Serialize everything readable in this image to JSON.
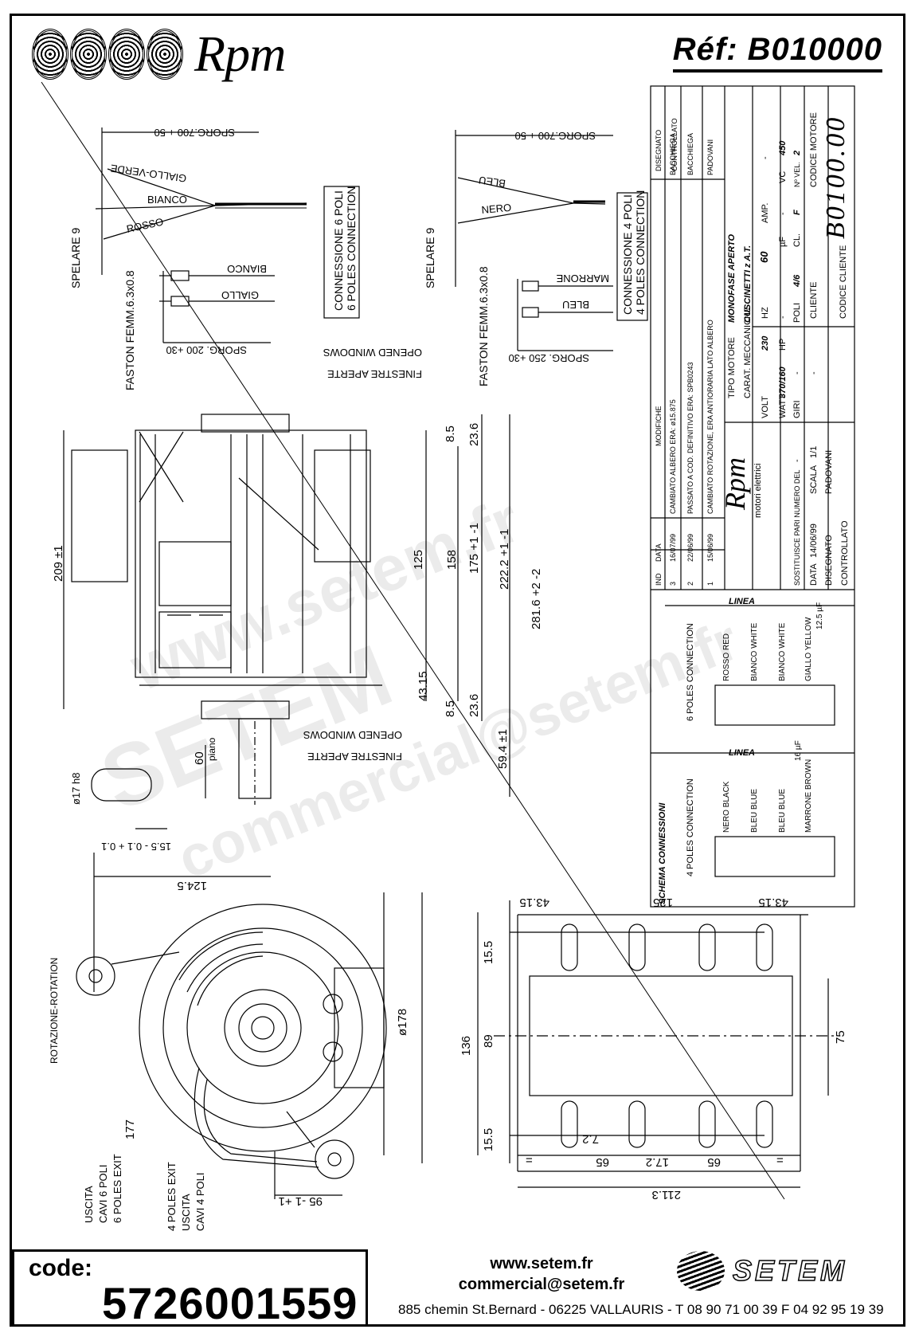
{
  "header": {
    "brand": "Rpm",
    "reference": "Réf:  B010000"
  },
  "labels": {
    "giallo_verde": "GIALLO-VERDE",
    "bianco_top": "BIANCO",
    "rosso": "ROSSO",
    "sporg_700_left": "SPORG.700 + 50",
    "sporg_700_right": "SPORG.700 + 50",
    "spelare_left": "SPELARE 9",
    "spelare_right": "SPELARE 9",
    "fastonleft": "FASTON FEMM.6.3x0.8",
    "faston_right": "FASTON FEMM.6.3x0.8",
    "bianco_faston": "BIANCO",
    "giallo_faston": "GIALLO",
    "sporg_200": "SPORG. 200 +30",
    "conn_6_poli": "CONNESSIONE 6 POLI",
    "conn_6_en": "6 POLES CONNECTION",
    "bleu_top": "BLEU",
    "nero_top": "NERO",
    "marrone_faston": "MARRONE",
    "bleu_faston": "BLEU",
    "sporg_250": "SPORG. 250 +30",
    "conn_4_poli": "CONNESSIONE 4 POLI",
    "conn_4_en": "4 POLES CONNECTION",
    "finestre_top": "FINESTRE APERTE",
    "opened_top": "OPENED WINDOWS",
    "finestre_bottom": "FINESTRE APERTE",
    "opened_bottom": "OPENED WINDOWS",
    "piano": "piano",
    "rotazione": "ROTAZIONE-ROTATION",
    "uscita_6": "USCITA",
    "cavi_6": "CAVI 6 POLI",
    "exit_6": "6 POLES EXIT",
    "exit_4": "4 POLES EXIT",
    "uscita_4": "USCITA",
    "cavi_4": "CAVI 4 POLI"
  },
  "dimensions": {
    "d209": "209 ±1",
    "d125": "125",
    "d158": "158",
    "d175": "175 +1 -1",
    "d222": "222.2 +1 -1",
    "d281": "281.6 +2 -2",
    "d8_5_top": "8.5",
    "d23_6_top": "23.6",
    "d43_15": "43.15",
    "d8_5_bot": "8.5",
    "d23_6_bot": "23.6",
    "d59": "59.4 ±1",
    "d60": "60",
    "d17h8": "ø17 h8",
    "d15_5_shaft": "15.5 - 0.1 + 0.1",
    "d124_5": "124.5",
    "d178": "ø178",
    "d177": "177",
    "d95": "95 -1 +1",
    "b43_15_l": "43.15",
    "b125": "125",
    "b43_15_r": "43.15",
    "b15_5_top": "15.5",
    "b136": "136",
    "b89": "89",
    "b15_5_bot": "15.5",
    "b75": "75",
    "b7_2": "7.2",
    "b65_l": "65",
    "b17_2": "17.2",
    "b65_r": "65",
    "b_eq_l": "=",
    "b_eq_r": "=",
    "b211_3": "211.3"
  },
  "title_block": {
    "revisions": [
      {
        "n": "3",
        "date": "16/07/99",
        "text": "CAMBIATO ALBERO ERA: ø15.875",
        "by": "BACCHIEGA"
      },
      {
        "n": "2",
        "date": "22/06/99",
        "text": "PASSATO A COD. DEFINITIVO ERA: SPB0243",
        "by": "BACCHIEGA"
      },
      {
        "n": "1",
        "date": "15/06/99",
        "text": "CAMBIATO ROTAZIONE, ERA ANTIORARIA LATO ALBERO",
        "by": "PADOVANI"
      }
    ],
    "rev_head_ind": "IND",
    "rev_head_data": "DATA",
    "rev_head_modifiche": "MODIFICHE",
    "rev_head_disegnato": "DISEGNATO",
    "rev_head_controllato": "CONTROLLATO",
    "company": "Rpm",
    "company_sub": "motori elettrici",
    "tipo_motore_lbl": "TIPO MOTORE",
    "tipo_motore": "MONOFASE APERTO",
    "carat_lbl": "CARAT. MECCANICHE",
    "carat": "CUSCINETTI z A.T.",
    "volt_lbl": "VOLT",
    "volt": "230",
    "hz_lbl": "HZ",
    "hz": "60",
    "amp_lbl": "AMP.",
    "amp": "-",
    "watt_lbl": "WATT",
    "watt": "370/160",
    "hp_lbl": "HP",
    "hp": "-",
    "uf_lbl": "µF",
    "uf": "-",
    "vc_lbl": "VC",
    "vc": "450",
    "giri_lbl": "GIRI",
    "giri": "-",
    "poli_lbl": "POLI",
    "poli": "4/6",
    "cl_lbl": "CL.",
    "cl": "F",
    "nvel_lbl": "Nº VEL.",
    "nvel": "2",
    "codice_motore_lbl": "CODICE MOTORE",
    "codice_motore": "B0100.00",
    "sostituisce_lbl": "SOSTITUISCE PARI NUMERO DEL",
    "sostituisce": "-",
    "cliente_lbl": "CLIENTE",
    "cliente": "-",
    "data_lbl": "DATA",
    "data": "14/06/99",
    "scala_lbl": "SCALA",
    "scala": "1/1",
    "disegnato_lbl": "DISEGNATO",
    "disegnato": "PADOVANI",
    "controllato_lbl": "CONTROLLATO",
    "codice_cliente_lbl": "CODICE CLIENTE"
  },
  "schema": {
    "title": "SCHEMA CONNESSIONI",
    "six_label": "6 POLES CONNECTION",
    "four_label": "4 POLES CONNECTION",
    "linea": "LINEA",
    "six_wires": [
      "ROSSO RED",
      "BIANCO WHITE",
      "BIANCO WHITE",
      "GIALLO YELLOW"
    ],
    "six_cap": "12.5 µF",
    "four_wires": [
      "NERO BLACK",
      "BLEU BLUE",
      "BLEU BLUE",
      "MARRONE BROWN"
    ],
    "four_cap": "16 µF"
  },
  "footer": {
    "code_label": "code:",
    "code_value": "5726001559",
    "website": "www.setem.fr",
    "email": "commercial@setem.fr",
    "address": "885 chemin St.Bernard  -  06225 VALLAURIS  -  T 08 90 71 00 39   F 04 92 95 19 39",
    "brand": "SETEM"
  },
  "watermarks": [
    "www.setem.fr",
    "SETEM",
    "commercial@setem.fr"
  ]
}
